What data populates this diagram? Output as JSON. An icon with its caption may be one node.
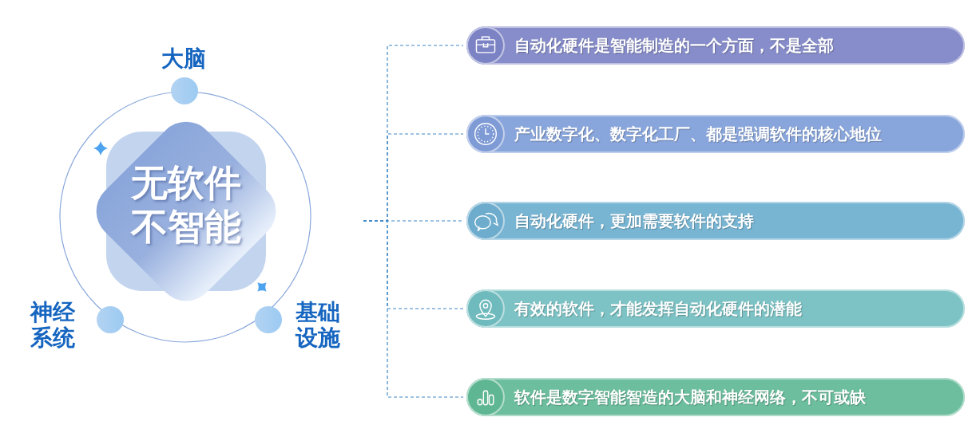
{
  "diagram": {
    "nodes": [
      {
        "text": [
          "无软件不智能"
        ]
      },
      {
        "text": [
          "自动化硬件是智能制造的一个方面，不是全部"
        ]
      },
      {
        "text": [
          "产业数字化、数字化工厂、都是强调软件的核心地位"
        ]
      },
      {
        "text": [
          "自动化硬件，更加需要软件的支持"
        ]
      },
      {
        "text": [
          "有效的软件，才能发挥自动化硬件的潜能"
        ]
      },
      {
        "text": [
          "软件是数字智能智造的大脑和神经网络，不可或缺"
        ]
      }
    ],
    "edges": [
      {
        "from": null,
        "to": 1,
        "arrow": "none",
        "style": "dashed"
      },
      {
        "from": null,
        "to": 2,
        "arrow": "none",
        "style": "dashed"
      },
      {
        "from": null,
        "to": 3,
        "arrow": "none",
        "style": "dashed"
      },
      {
        "from": null,
        "to": 4,
        "arrow": "none",
        "style": "dashed"
      },
      {
        "from": null,
        "to": 5,
        "arrow": "none",
        "style": "dashed"
      }
    ],
    "labels": [
      "大脑",
      "神经系统",
      "基础设施"
    ]
  }
}
